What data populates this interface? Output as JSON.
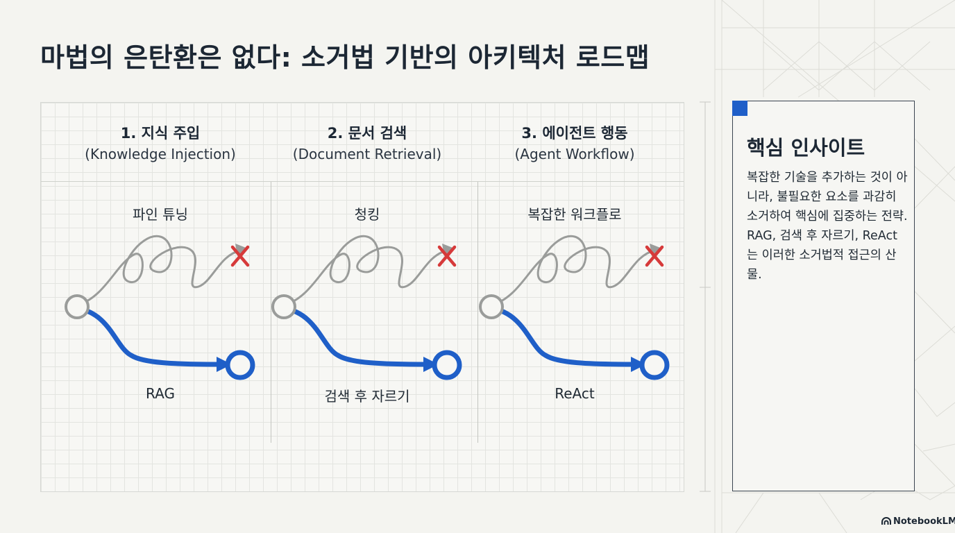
{
  "title": "마법의 은탄환은 없다: 소거법 기반의 아키텍처 로드맵",
  "stages": [
    {
      "heading": "1. 지식 주입",
      "subheading": "(Knowledge Injection)",
      "fail_label": "파인 튜닝",
      "success_label": "RAG"
    },
    {
      "heading": "2. 문서 검색",
      "subheading": "(Document Retrieval)",
      "fail_label": "청킹",
      "success_label": "검색 후 자르기"
    },
    {
      "heading": "3. 에이전트 행동",
      "subheading": "(Agent Workflow)",
      "fail_label": "복잡한 워크플로",
      "success_label": "ReAct"
    }
  ],
  "insight_card": {
    "title": "핵심 인사이트",
    "body": "복잡한 기술을 추가하는 것이 아니라, 불필요한 요소를 과감히 소거하여 핵심에 집중하는 전략. RAG, 검색 후 자르기, ReAct는 이러한 소거법적 접근의 산물."
  },
  "branding": {
    "label": "NotebookLM",
    "icon": "notebooklm-logo-icon"
  },
  "colors": {
    "accent_blue": "#1f5fc8",
    "fail_gray": "#9a9c9a",
    "fail_x_red": "#d63a3a",
    "background": "#f4f4f0",
    "text_dark": "#1c2734"
  }
}
